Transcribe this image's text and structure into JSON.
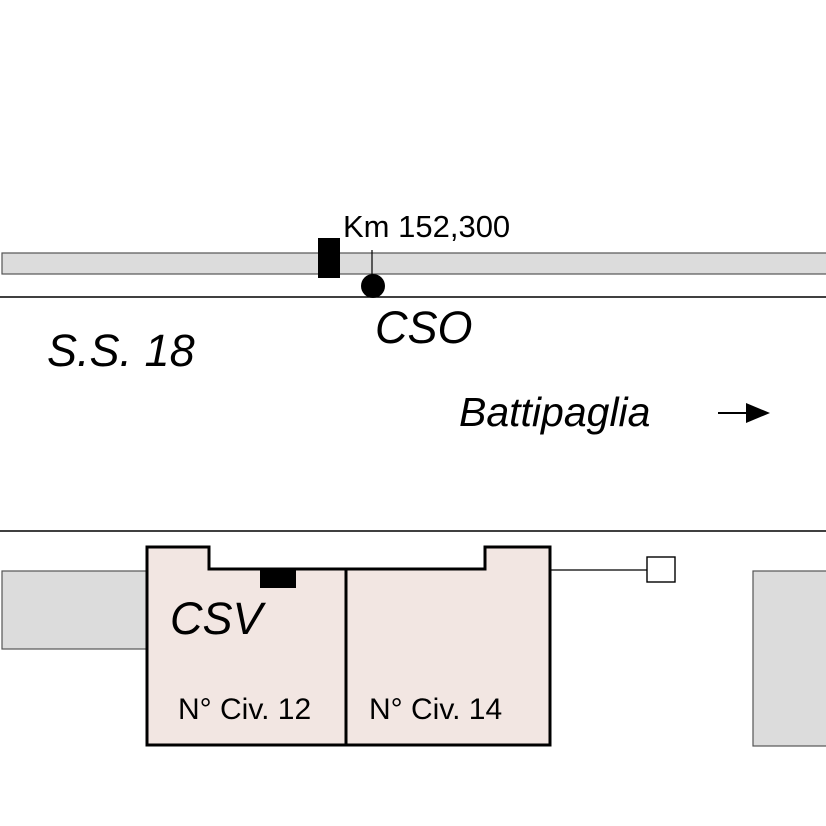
{
  "road": {
    "name": "S.S. 18",
    "km_marker": "Km 152,300",
    "direction": "Battipaglia",
    "direction_arrow": "right-arrow"
  },
  "points": {
    "cso": "CSO",
    "csv": "CSV"
  },
  "buildings": {
    "civ_12": "N° Civ. 12",
    "civ_14": "N° Civ. 14"
  },
  "colors": {
    "road_strip": "#dcdcdc",
    "building_fill": "#f2e6e2",
    "side_building_fill": "#dcdcdc",
    "line": "#000000",
    "background": "#ffffff"
  }
}
